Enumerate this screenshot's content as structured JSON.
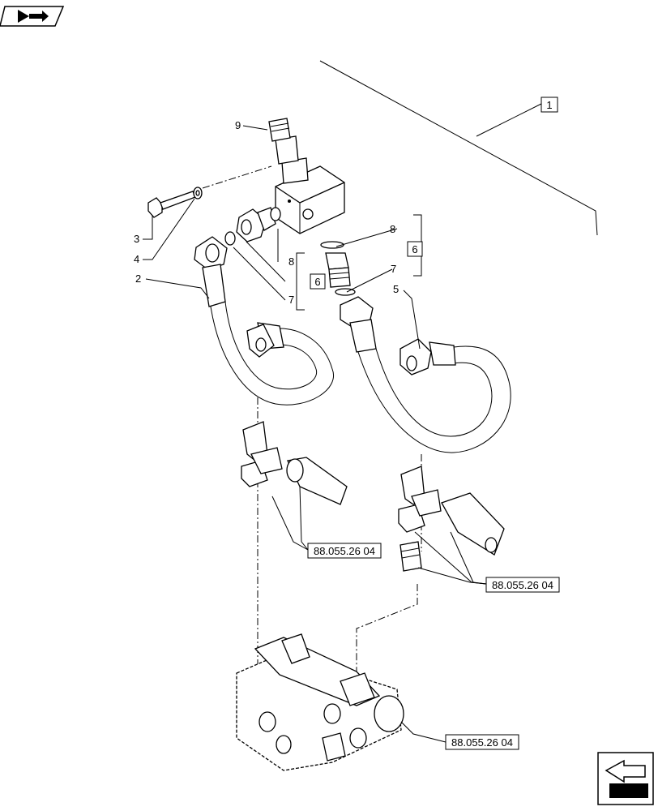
{
  "nav": {
    "prev_icon": "folder-arrow-icon",
    "next_icon": "next-page-arrow-icon"
  },
  "group_ref": "1",
  "callouts": {
    "c9": "9",
    "c3": "3",
    "c4": "4",
    "c2": "2",
    "c8a": "8",
    "c7a": "7",
    "c8b": "8",
    "c7b": "7",
    "c5": "5"
  },
  "kit_refs": {
    "k6a": "6",
    "k6b": "6"
  },
  "references": {
    "ref1": "88.055.26 04",
    "ref2": "88.055.26 04",
    "ref3": "88.055.26 04"
  }
}
